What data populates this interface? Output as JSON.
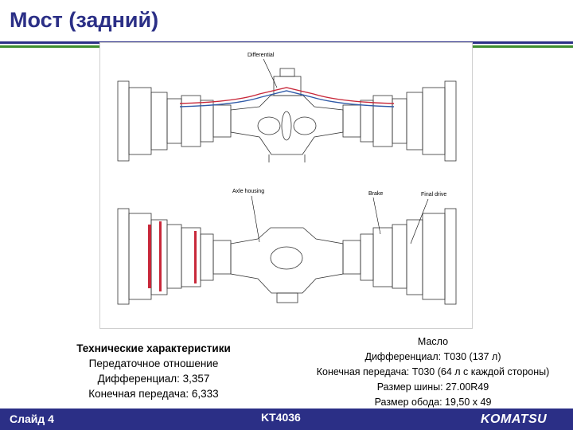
{
  "title": "Мост (задний)",
  "diagram": {
    "labels": {
      "differential": "Differential",
      "axle_housing": "Axle housing",
      "brake": "Brake",
      "final_drive": "Final drive"
    }
  },
  "specs": {
    "heading": "Технические характеристики",
    "lines": [
      "Передаточное отношение",
      "Дифференциал: 3,357",
      "Конечная передача: 6,333"
    ]
  },
  "oil": {
    "heading": "Масло",
    "lines": [
      "Дифференциал: T030 (137 л)",
      "Конечная передача: T030 (64 л с каждой стороны)",
      "Размер шины: 27.00R49",
      "Размер обода: 19,50 х 49"
    ]
  },
  "footer": {
    "slide": "Слайд 4",
    "model": "KT4036",
    "logo": "KOMATSU"
  },
  "colors": {
    "brand_blue": "#2b2f86",
    "accent_green": "#3f8f2e"
  }
}
